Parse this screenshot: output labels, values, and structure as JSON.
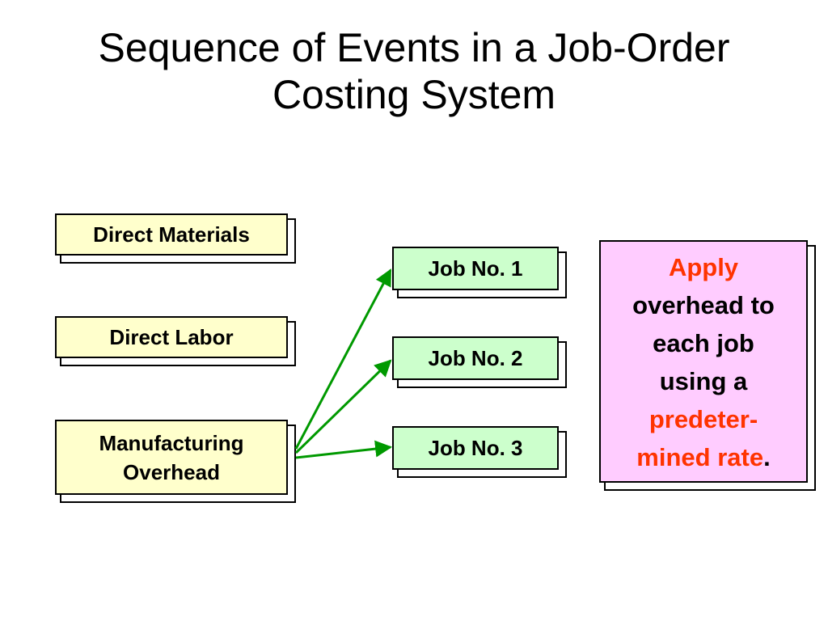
{
  "title": "Sequence of Events in a Job-Order Costing System",
  "cost_sources": [
    "Direct Materials",
    "Direct Labor",
    "Manufacturing Overhead"
  ],
  "jobs": [
    "Job No. 1",
    "Job No. 2",
    "Job No. 3"
  ],
  "note": {
    "word_apply": "Apply",
    "line_2": "overhead to",
    "line_3": "each job",
    "line_4": "using a",
    "word_predeter": "predeter-",
    "word_mined_rate": "mined rate",
    "period": "."
  },
  "colors": {
    "cost_box": "#ffffcc",
    "job_box": "#ccffcc",
    "note_box": "#ffccff",
    "arrow": "#009900",
    "emphasis": "#ff3300"
  }
}
